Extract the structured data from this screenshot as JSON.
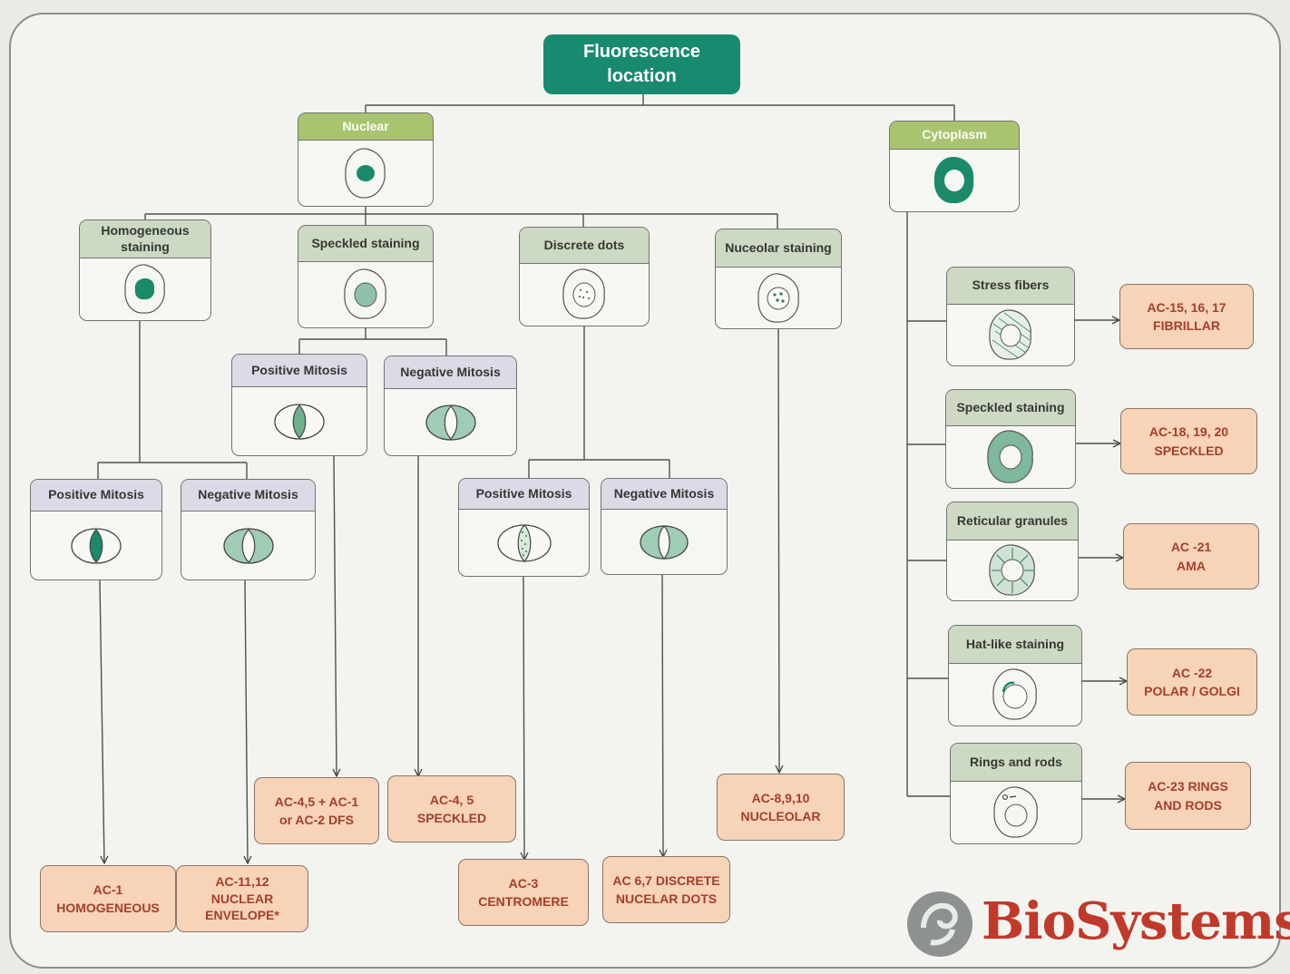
{
  "title": "Fluorescence location",
  "branches": {
    "nuclear": "Nuclear",
    "cytoplasm": "Cytoplasm"
  },
  "nuclear_patterns": {
    "homogeneous": "Homogeneous staining",
    "speckled": "Speckled staining",
    "discrete_dots": "Discrete dots",
    "nucleolar": "Nuceolar staining"
  },
  "mitosis": {
    "positive": "Positive Mitosis",
    "negative": "Negative Mitosis"
  },
  "cytoplasm_patterns": {
    "stress_fibers": "Stress fibers",
    "speckled": "Speckled staining",
    "reticular": "Reticular granules",
    "hat_like": "Hat-like staining",
    "rings_rods": "Rings and rods"
  },
  "results": {
    "ac1": [
      "AC-1",
      "HOMOGENEOUS"
    ],
    "ac11": [
      "AC-11,12",
      "NUCLEAR",
      "ENVELOPE*"
    ],
    "ac45_dfs": [
      "AC-4,5 + AC-1",
      "or AC-2 DFS"
    ],
    "ac45": [
      "AC-4, 5",
      "SPECKLED"
    ],
    "ac3": [
      "AC-3",
      "CENTROMERE"
    ],
    "ac67": [
      "AC 6,7 DISCRETE",
      "NUCELAR DOTS"
    ],
    "ac8": [
      "AC-8,9,10",
      "NUCLEOLAR"
    ],
    "ac15": [
      "AC-15, 16, 17",
      "FIBRILLAR"
    ],
    "ac18": [
      "AC-18, 19, 20",
      "SPECKLED"
    ],
    "ac21": [
      "AC -21",
      "AMA"
    ],
    "ac22": [
      "AC -22",
      "POLAR / GOLGI"
    ],
    "ac23": [
      "AC-23 RINGS",
      "AND RODS"
    ]
  },
  "brand": "BioSystems",
  "colors": {
    "title_green": "#188a6f",
    "stain_green": "#1a8a6a",
    "result_fill": "#f7d3b8",
    "result_text": "#a43f2a",
    "brand_red": "#c0392b"
  }
}
